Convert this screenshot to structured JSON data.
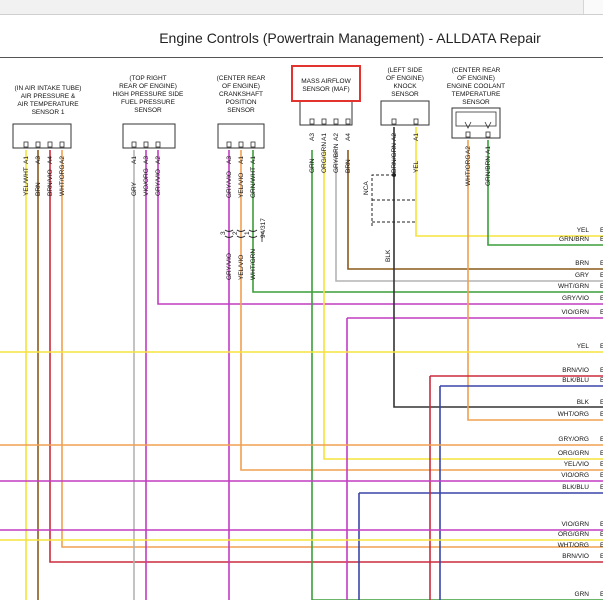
{
  "page": {
    "title": "Engine Controls (Powertrain Management) - ALLDATA Repair"
  },
  "colors": {
    "highlight": "#e2332e",
    "wire_yel": "#f5e33b",
    "wire_grn": "#3a9e3a",
    "wire_brn": "#8a5a1a",
    "wire_gry": "#b4b4b4",
    "wire_vio": "#c23bc2",
    "wire_org": "#f0a050",
    "wire_red": "#cc2b3b",
    "wire_blu": "#3a44a8",
    "wire_blk": "#333333"
  },
  "components": [
    {
      "id": "iat",
      "lines": [
        "(IN AIR INTAKE TUBE)",
        "AIR PRESSURE &",
        "AIR TEMPERATURE",
        "SENSOR 1"
      ],
      "pins": [
        "A1",
        "A3",
        "A4",
        "A2"
      ],
      "wires": [
        "YEL/WHT",
        "BRN",
        "BRN/VIO",
        "WHT/ORG"
      ]
    },
    {
      "id": "fuel",
      "lines": [
        "(TOP RIGHT",
        "REAR OF ENGINE)",
        "HIGH PRESSURE SIDE",
        "FUEL PRESSURE",
        "SENSOR"
      ],
      "pins": [
        "A1",
        "A3",
        "A2"
      ],
      "wires": [
        "GRY",
        "VIO/ORG",
        "GRY/VIO"
      ]
    },
    {
      "id": "ckp",
      "lines": [
        "(CENTER REAR",
        "OF ENGINE)",
        "CRANKSHAFT",
        "POSITION",
        "SENSOR"
      ],
      "pins": [
        "A3",
        "A1",
        "A1"
      ],
      "wires": [
        "GRY/VIO",
        "YEL/VIO",
        "GRN/WHT"
      ],
      "lower_wires": [
        "GRY/VIO",
        "YEL/VIO",
        "WHT/GRN"
      ],
      "ref": "94/317",
      "conn": [
        "3",
        "2",
        "1"
      ]
    },
    {
      "id": "maf",
      "lines": [
        "MASS AIRFLOW",
        "SENSOR (MAF)"
      ],
      "pins": [
        "A3",
        "A1",
        "A2",
        "A4"
      ],
      "wires": [
        "GRN",
        "ORG/GRN",
        "GRY/BRN",
        "BRN"
      ]
    },
    {
      "id": "knock",
      "lines": [
        "(LEFT SIDE",
        "OF ENGINE)",
        "KNOCK",
        "SENSOR"
      ],
      "pins": [
        "A2",
        "A1"
      ],
      "wires": [
        "BRN/GRN",
        "YEL"
      ],
      "shield": "NCA",
      "ground": "BLK"
    },
    {
      "id": "ect",
      "lines": [
        "(CENTER REAR",
        "OF ENGINE)",
        "ENGINE COOLANT",
        "TEMPERATURE",
        "SENSOR"
      ],
      "pins": [
        "A2",
        "A1"
      ],
      "wires": [
        "WHT/ORG",
        "GRN/BRN"
      ]
    }
  ],
  "bus_labels": [
    "YEL",
    "GRN/BRN",
    "BRN",
    "GRY",
    "WHT/GRN",
    "GRY/VIO",
    "VIO/GRN",
    "YEL",
    "BRN/VIO",
    "BLK/BLU",
    "BLK",
    "WHT/ORG",
    "GRY/ORG",
    "ORG/GRN",
    "YEL/VIO",
    "VIO/ORG",
    "BLK/BLU",
    "VIO/GRN",
    "ORG/GRN",
    "WHT/ORG",
    "BRN/VIO",
    "GRN"
  ]
}
